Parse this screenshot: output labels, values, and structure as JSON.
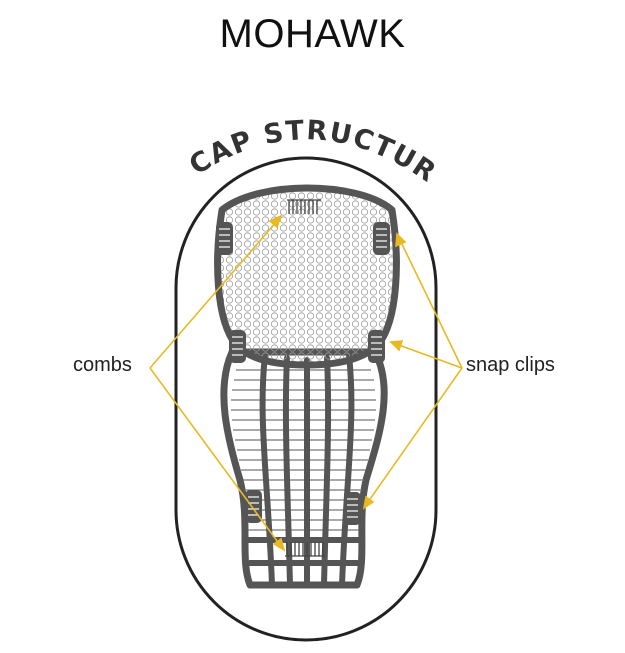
{
  "title": "MOHAWK",
  "arc_label": "CAP STRUCTURE",
  "labels": {
    "combs": "combs",
    "snap_clips": "snap clips"
  },
  "colors": {
    "outline": "#222222",
    "cap_frame": "#555555",
    "mesh": "#bdbdbd",
    "pointer": "#e8b923",
    "background": "#ffffff"
  }
}
